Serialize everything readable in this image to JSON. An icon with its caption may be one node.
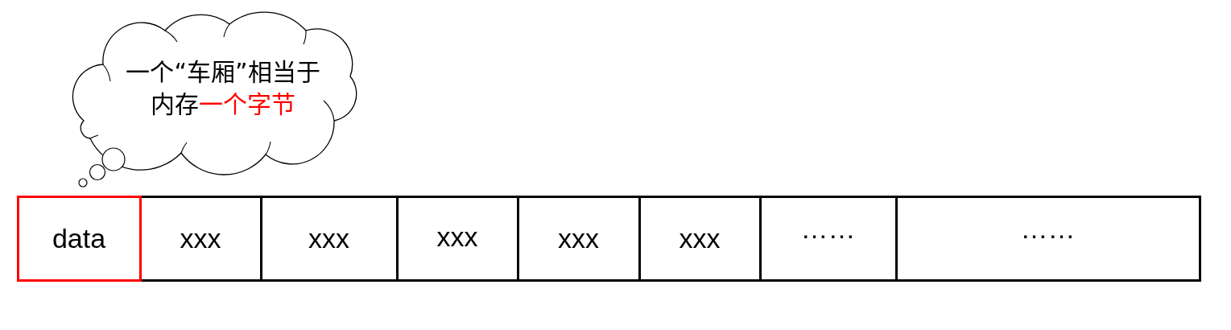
{
  "diagram": {
    "nodes": [
      {
        "text": [
          "一个“车厢”相当于内存**一个字节**"
        ]
      },
      {
        "text": [
          "data"
        ]
      },
      {
        "text": [
          "xxx"
        ]
      },
      {
        "text": [
          "xxx"
        ]
      },
      {
        "text": [
          "xxx"
        ]
      },
      {
        "text": [
          "xxx"
        ]
      },
      {
        "text": [
          "xxx"
        ]
      },
      {
        "text": [
          "……"
        ]
      },
      {
        "text": [
          "……"
        ]
      }
    ]
  }
}
